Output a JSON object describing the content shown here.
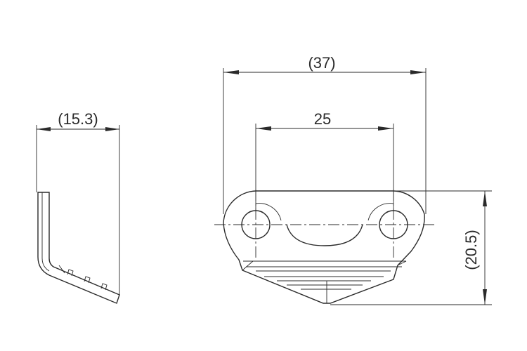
{
  "dimensions": {
    "side_width": "(15.3)",
    "overall_width": "(37)",
    "hole_spacing": "25",
    "overall_height": "(20.5)"
  }
}
